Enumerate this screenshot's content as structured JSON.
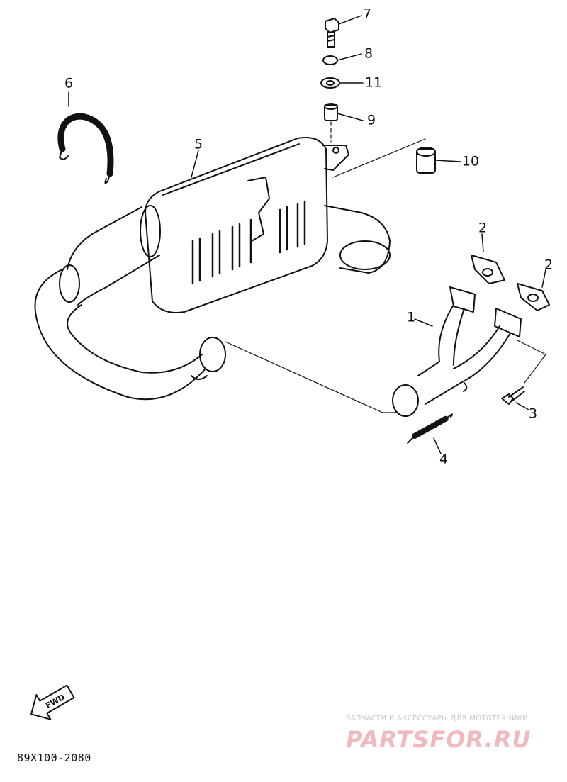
{
  "labels": {
    "part_1": "1",
    "part_2a": "2",
    "part_2b": "2",
    "part_3": "3",
    "part_4": "4",
    "part_5": "5",
    "part_6": "6",
    "part_7": "7",
    "part_8": "8",
    "part_9": "9",
    "part_10": "10",
    "part_11": "11"
  },
  "footer": {
    "diagram_code": "89X100-2080",
    "fwd_arrow": "FWD"
  },
  "watermark": {
    "subtitle": "ЗАПЧАСТИ И АКСЕССУАРЫ ДЛЯ МОТОТЕХНИКИ",
    "logo": "PARTSFOR.RU"
  },
  "colors": {
    "ink": "#111111",
    "watermark_logo": "#f0b9bd",
    "watermark_text": "#c9c9c9"
  }
}
